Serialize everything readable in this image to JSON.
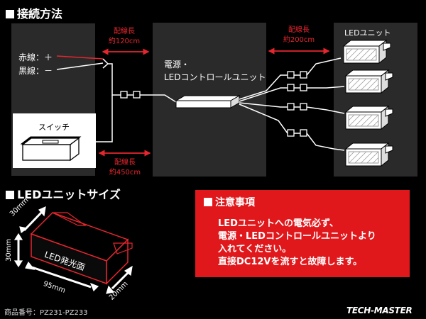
{
  "title": "接続方法",
  "source": {
    "red_wire": "赤線：＋",
    "black_wire": "黒線：－"
  },
  "switch_label": "スイッチ",
  "cable_top": {
    "label": "配線長",
    "length": "約120cm"
  },
  "cable_bottom": {
    "label": "配線長",
    "length": "約450cm"
  },
  "cable_right": {
    "label": "配線長",
    "length": "約200cm"
  },
  "controller": {
    "line1": "電源・",
    "line2": "LEDコントロールユニット"
  },
  "led_unit_label": "LEDユニット",
  "size_section": {
    "title": "LEDユニットサイズ",
    "face_label": "LED発光面",
    "dim_depth": "30mm",
    "dim_height": "30mm",
    "dim_length": "95mm",
    "dim_width": "20mm"
  },
  "notice": {
    "title": "注意事項",
    "lines": [
      "LEDユニットへの電気必ず、",
      "電源・LEDコントロールユニットより",
      "入れてください。",
      "直接DC12Vを流すと故障します。"
    ]
  },
  "part_number": "商品番号：PZ231-PZ233",
  "brand": "TECH-MASTER",
  "colors": {
    "accent_red": "#e6262e",
    "panel": "#2a2a2a",
    "notice_bg": "#e0181c"
  }
}
